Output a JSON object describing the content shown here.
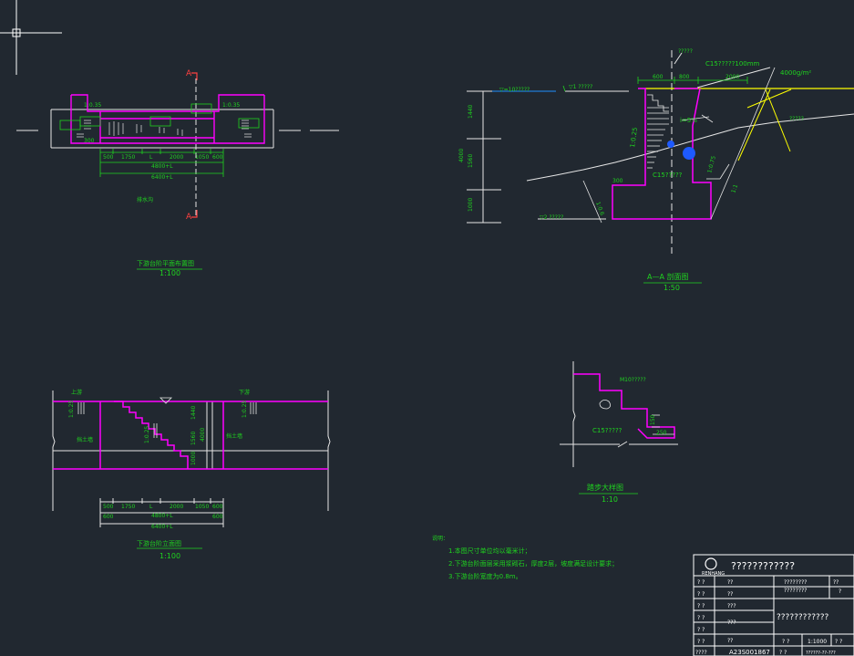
{
  "colors": {
    "background": "#212830",
    "outline": "#ff00ff",
    "dimension": "#1fd41f",
    "line": "#e6e6e6",
    "water": "#ffff00",
    "section_mark": "#ff4040",
    "accent_blue": "#1e5aff"
  },
  "plan": {
    "title": "下游台阶平面布置图",
    "scale": "1:100",
    "section_marker": "A",
    "dims_row1": [
      "500",
      "1750",
      "L",
      "2000",
      "1050",
      "600"
    ],
    "dim_total_inner": "4800+L",
    "dim_total_outer": "6400+L",
    "slope_left": "1:0.35",
    "slope_right": "1:0.35",
    "label_300": "300",
    "bottom_label": "排水沟"
  },
  "elevation": {
    "title": "下游台阶立面图",
    "scale": "1:100",
    "left_label": "上游",
    "right_label": "下游",
    "slope": "1:0.25",
    "dims_vertical": [
      "1440",
      "1560",
      "1000",
      "4000"
    ],
    "dims_row1": [
      "500",
      "1750",
      "L",
      "2000",
      "1050",
      "600"
    ],
    "dim_row2_left": "600",
    "dim_row2_right": "600",
    "dim_total_inner": "4800+L",
    "dim_total_outer": "6400+L",
    "left_tag": "挡土墙",
    "right_tag": "挡土墙"
  },
  "section": {
    "title": "A—A 剖面图",
    "scale": "1:50",
    "water_level": "▽=10?????",
    "water_level2": "▽1 ?????",
    "water_level3": "▽2 ?????",
    "dims_vertical": [
      "1440",
      "1560",
      "1000",
      "4000"
    ],
    "dims_top": [
      "600",
      "800",
      "2000"
    ],
    "c15_top": "C15?????100mm",
    "c15_mid": "C15?????",
    "slope_i": "i=5%",
    "slope_1025": "1:0.25",
    "slope_1075": "1:0.75",
    "slope_11": "1:1",
    "slope_106": "1:0.6",
    "label_300": "300",
    "geo_label": "4000g/m²",
    "fill_label": "?????",
    "lbl_top": "?????"
  },
  "detail": {
    "title": "踏步大样图",
    "scale": "1:10",
    "m_label": "M10?????",
    "c15_label": "C15?????",
    "dim_150": "150",
    "dim_250": "250"
  },
  "notes": {
    "heading": "说明：",
    "items": [
      "1.本图尺寸单位均以毫米计；",
      "2.下游台阶面层采用浆砌石，厚度2层，坡度满足设计要求；",
      "3.下游台阶宽度为0.8m。"
    ]
  },
  "titleblock": {
    "company": "RENHANG",
    "project": "????????????",
    "rows": [
      "? ?",
      "? ?",
      "? ?",
      "? ?",
      "? ?",
      "? ?",
      "????"
    ],
    "col_mid": [
      "????????",
      "????????"
    ],
    "drawing_name": "????????????",
    "col_right": [
      "??",
      "?"
    ],
    "scale": "1:1000",
    "number": "A23S001867",
    "date": "??????-??-???",
    "bottom_cells": [
      "? ?",
      "? ?",
      "? ?"
    ],
    "sign_labels": [
      "??",
      "??",
      "???",
      "???",
      "??"
    ]
  }
}
